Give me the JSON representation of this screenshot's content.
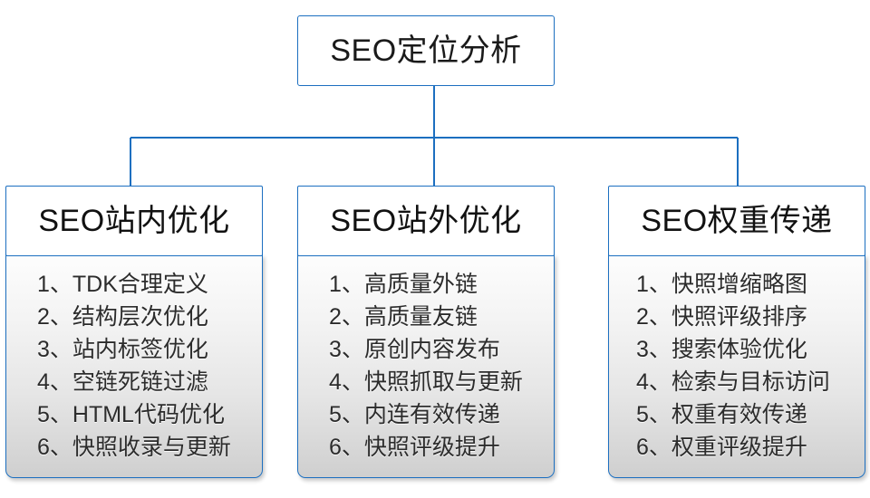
{
  "diagram": {
    "root": {
      "label": "SEO定位分析"
    },
    "connector_color": "#1c6fc0",
    "columns": [
      {
        "header": "SEO站内优化",
        "items": [
          "1、TDK合理定义",
          "2、结构层次优化",
          "3、站内标签优化",
          "4、空链死链过滤",
          "5、HTML代码优化",
          "6、快照收录与更新"
        ]
      },
      {
        "header": "SEO站外优化",
        "items": [
          "1、高质量外链",
          "2、高质量友链",
          "3、原创内容发布",
          "4、快照抓取与更新",
          "5、内连有效传递",
          "6、快照评级提升"
        ]
      },
      {
        "header": "SEO权重传递",
        "items": [
          "1、快照增缩略图",
          "2、快照评级排序",
          "3、搜索体验优化",
          "4、检索与目标访问",
          "5、权重有效传递",
          "6、权重评级提升"
        ]
      }
    ]
  }
}
